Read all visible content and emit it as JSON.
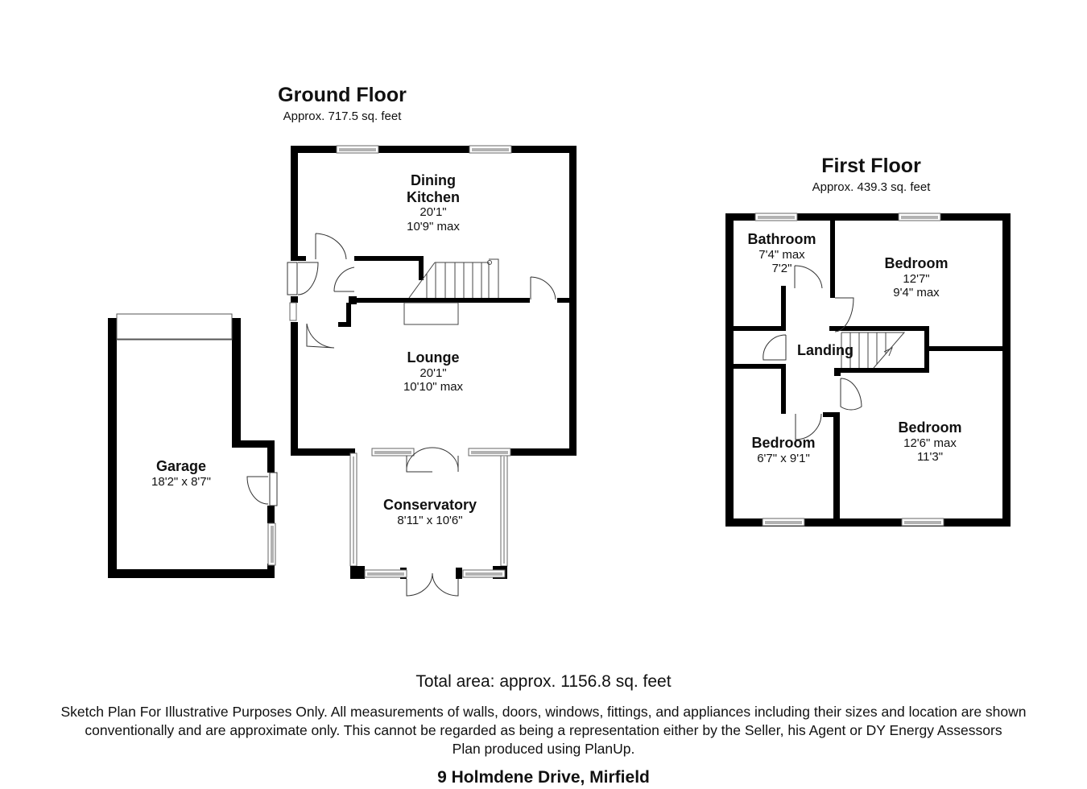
{
  "ground_floor": {
    "title": "Ground Floor",
    "area": "Approx. 717.5 sq. feet",
    "rooms": {
      "dining_kitchen": {
        "name_line1": "Dining",
        "name_line2": "Kitchen",
        "dim1": "20'1\"",
        "dim2": "10'9\" max"
      },
      "lounge": {
        "name": "Lounge",
        "dim1": "20'1\"",
        "dim2": "10'10\" max"
      },
      "conservatory": {
        "name": "Conservatory",
        "dim1": "8'11\" x 10'6\""
      },
      "garage": {
        "name": "Garage",
        "dim1": "18'2\" x 8'7\""
      }
    }
  },
  "first_floor": {
    "title": "First Floor",
    "area": "Approx. 439.3 sq. feet",
    "rooms": {
      "bathroom": {
        "name": "Bathroom",
        "dim1": "7'4\" max",
        "dim2": "7'2\""
      },
      "bedroom_1": {
        "name": "Bedroom",
        "dim1": "12'7\"",
        "dim2": "9'4\" max"
      },
      "landing": {
        "name": "Landing"
      },
      "bedroom_2": {
        "name": "Bedroom",
        "dim1": "6'7\" x 9'1\""
      },
      "bedroom_3": {
        "name": "Bedroom",
        "dim1": "12'6\" max",
        "dim2": "11'3\""
      }
    }
  },
  "footer": {
    "total_area": "Total area: approx. 1156.8 sq. feet",
    "disclaimer_line1": "Sketch Plan For Illustrative Purposes Only. All measurements of walls, doors, windows, fittings, and appliances including their sizes and location are shown",
    "disclaimer_line2": "conventionally and are approximate only. This cannot be regarded as being a representation either by the Seller, his Agent or DY Energy Assessors",
    "disclaimer_line3": "Plan produced using PlanUp.",
    "address": "9 Holmdene Drive, Mirfield"
  },
  "colors": {
    "wall": "#000000",
    "window": "#777777",
    "background": "#ffffff"
  }
}
